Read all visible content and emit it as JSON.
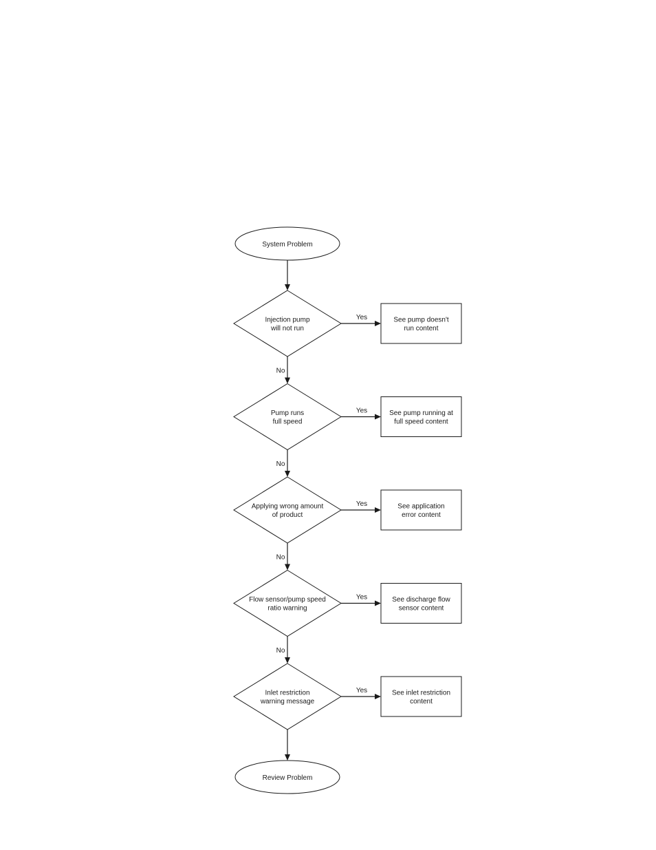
{
  "flowchart": {
    "start": {
      "label": "System Problem"
    },
    "decisions": [
      {
        "lines": [
          "Injection pump",
          "will not run"
        ],
        "yes_label": "Yes",
        "no_label": "No",
        "action_lines": [
          "See pump doesn't",
          "run content"
        ]
      },
      {
        "lines": [
          "Pump runs",
          "full speed"
        ],
        "yes_label": "Yes",
        "no_label": "No",
        "action_lines": [
          "See pump running at",
          "full speed content"
        ]
      },
      {
        "lines": [
          "Applying wrong amount",
          "of product"
        ],
        "yes_label": "Yes",
        "no_label": "No",
        "action_lines": [
          "See application",
          "error content"
        ]
      },
      {
        "lines": [
          "Flow sensor/pump speed",
          "ratio warning"
        ],
        "yes_label": "Yes",
        "no_label": "No",
        "action_lines": [
          "See discharge flow",
          "sensor content"
        ]
      },
      {
        "lines": [
          "Inlet restriction",
          "warning message"
        ],
        "yes_label": "Yes",
        "no_label": "",
        "action_lines": [
          "See inlet restriction",
          "content"
        ]
      }
    ],
    "end": {
      "label": "Review Problem"
    }
  }
}
